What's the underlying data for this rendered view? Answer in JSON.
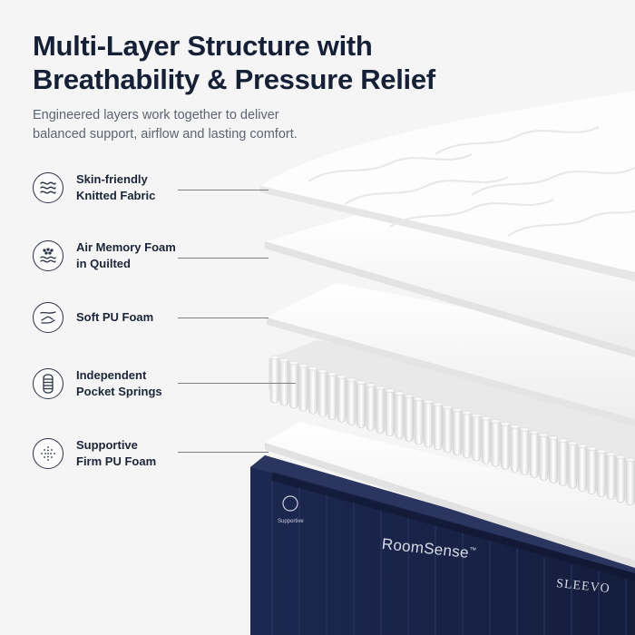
{
  "header": {
    "title_line1": "Multi-Layer Structure with",
    "title_line2": "Breathability & Pressure Relief",
    "subtitle_line1": "Engineered layers work together to deliver",
    "subtitle_line2": "balanced support, airflow and lasting comfort."
  },
  "layers": [
    {
      "line1": "Skin-friendly",
      "line2": "Knitted Fabric",
      "icon": "fabric-waves-icon"
    },
    {
      "line1": "Air Memory Foam",
      "line2": "in Quilted",
      "icon": "air-dots-waves-icon"
    },
    {
      "line1": "Soft PU Foam",
      "line2": "",
      "icon": "hand-soft-icon"
    },
    {
      "line1": "Independent",
      "line2": "Pocket Springs",
      "icon": "spring-coil-icon"
    },
    {
      "line1": "Supportive",
      "line2": "Firm PU Foam",
      "icon": "firm-dots-icon"
    }
  ],
  "product": {
    "brand": "RoomSense",
    "trademark": "™",
    "model": "SLEEVO",
    "side_badge": "Supportive"
  },
  "colors": {
    "background": "#f5f5f6",
    "navy": "#1a2547",
    "text": "#152036"
  }
}
